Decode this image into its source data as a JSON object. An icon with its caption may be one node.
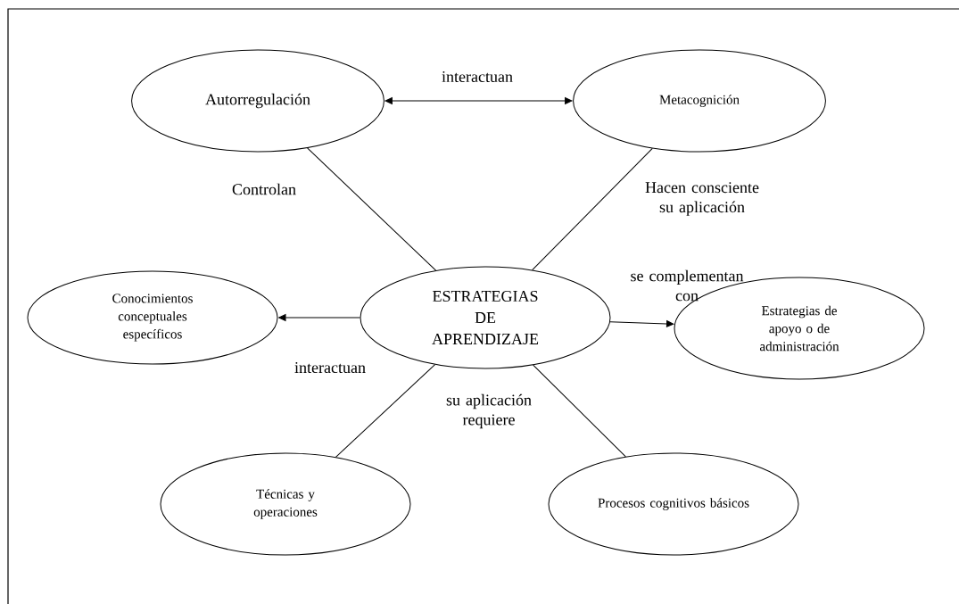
{
  "diagram": {
    "nodes": [
      {
        "text": [
          "Autorregulación"
        ]
      },
      {
        "text": [
          "Metacognición"
        ]
      },
      {
        "text": [
          "Conocimientos conceptuales específicos"
        ]
      },
      {
        "text": [
          "ESTRATEGIAS DE APRENDIZAJE"
        ]
      },
      {
        "text": [
          "Estrategias de apoyo o de administración"
        ]
      },
      {
        "text": [
          "Técnicas y operaciones"
        ]
      },
      {
        "text": [
          "Procesos cognitivos básicos"
        ]
      }
    ],
    "edges": [
      {
        "from": 0,
        "to": 1,
        "arrow": "both",
        "label": "interactuan"
      },
      {
        "from": 0,
        "to": 3,
        "arrow": "none",
        "label": "Controlan"
      },
      {
        "from": 1,
        "to": 3,
        "arrow": "none",
        "label": "Hacen consciente su aplicación"
      },
      {
        "from": 3,
        "to": 2,
        "arrow": "to",
        "label": "interactuan"
      },
      {
        "from": 3,
        "to": 4,
        "arrow": "to",
        "label": "se complementan con"
      },
      {
        "from": 3,
        "to": 5,
        "arrow": "none"
      },
      {
        "from": 3,
        "to": 6,
        "arrow": "none"
      }
    ],
    "labels": [
      "su aplicación requiere"
    ]
  }
}
